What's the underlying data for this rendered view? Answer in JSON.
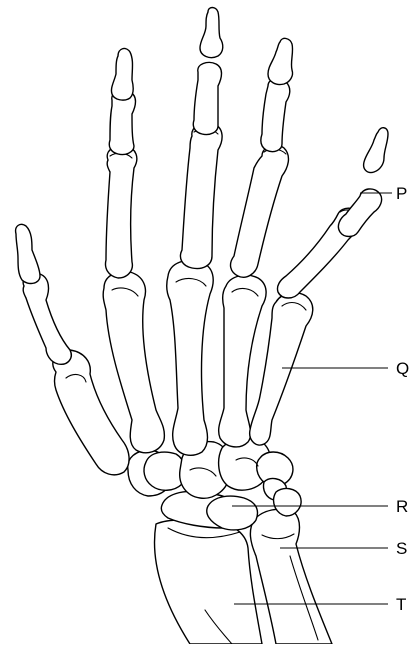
{
  "diagram": {
    "subject": "hand-skeleton-dorsal-view",
    "line_color": "#000000",
    "background": "#ffffff",
    "labels": [
      {
        "id": "P",
        "text": "P"
      },
      {
        "id": "Q",
        "text": "Q"
      },
      {
        "id": "R",
        "text": "R"
      },
      {
        "id": "S",
        "text": "S"
      },
      {
        "id": "T",
        "text": "T"
      }
    ]
  }
}
